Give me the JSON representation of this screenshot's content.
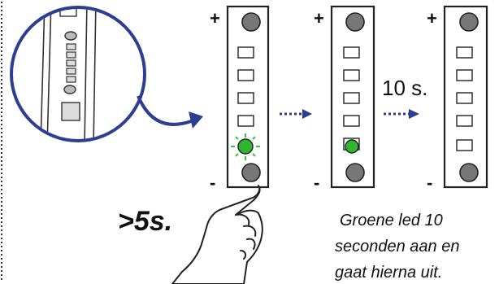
{
  "panels": [
    {
      "plus": "+",
      "minus": "-",
      "led_states": [
        "off",
        "off",
        "off",
        "off",
        "on-blinking"
      ]
    },
    {
      "plus": "+",
      "minus": "-",
      "led_states": [
        "off",
        "off",
        "off",
        "off",
        "on"
      ]
    },
    {
      "plus": "+",
      "minus": "-",
      "led_states": [
        "off",
        "off",
        "off",
        "off",
        "off"
      ]
    }
  ],
  "hold_label": ">5s.",
  "timer_label": "10 s.",
  "caption_lines": [
    "Groene led 10",
    "seconden aan en",
    "gaat hierna uit."
  ],
  "colors": {
    "led_green": "#2fb52f",
    "led_glow": "#3cc43c",
    "button_gray": "#777777",
    "arrow_blue": "#2c3e91",
    "outline": "#222222"
  }
}
